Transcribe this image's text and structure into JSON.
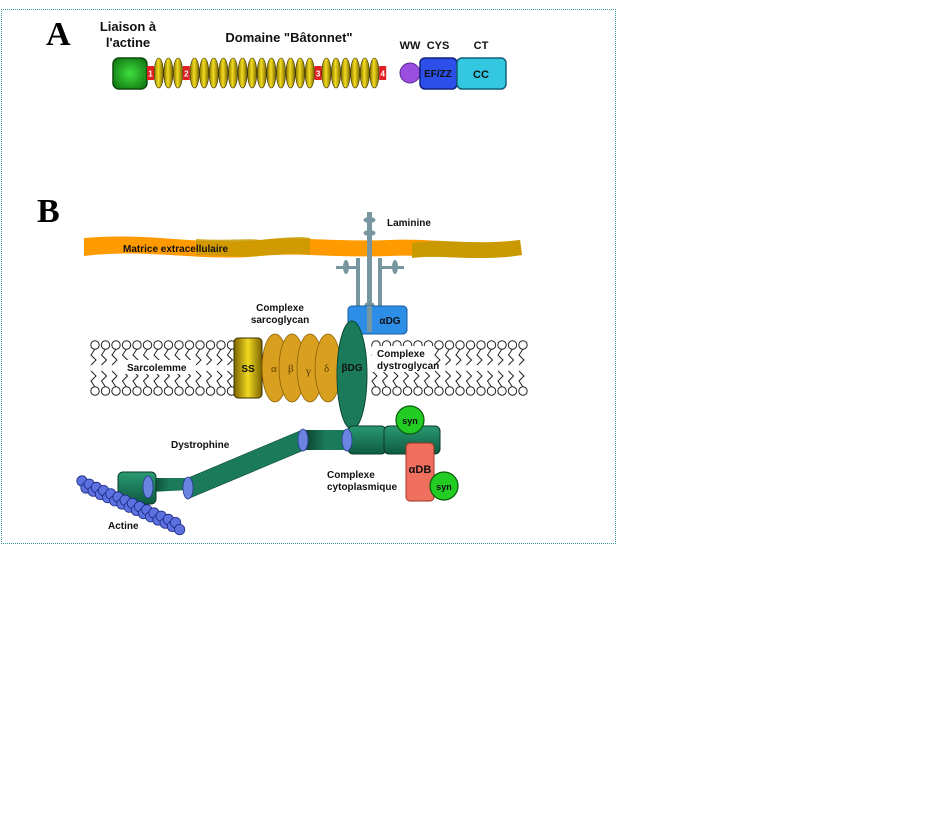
{
  "panel_a": {
    "letter": "A",
    "labels": {
      "actin_binding_line1": "Liaison à",
      "actin_binding_line2": "l'actine",
      "rod_domain": "Domaine \"Bâtonnet\"",
      "ww": "WW",
      "cys": "CYS",
      "ct": "CT"
    },
    "domains": {
      "ef_zz": "EF/ZZ",
      "cc": "CC"
    },
    "hinges": [
      "1",
      "2",
      "3",
      "4"
    ],
    "spectrin_repeats": {
      "between_h1_h2": 3,
      "between_h2_h3": 13,
      "between_h3_h4": 6
    },
    "colors": {
      "actin_binding": "#1f9e1f",
      "spectrin": "#d4b800",
      "hinge": "#e02020",
      "ww": "#9b4fe0",
      "ef_zz": "#2b4fe8",
      "cc": "#33c8e0"
    }
  },
  "panel_b": {
    "letter": "B",
    "labels": {
      "laminin": "Laminine",
      "ecm": "Matrice extracellulaire",
      "sarcoglycan_line1": "Complexe",
      "sarcoglycan_line2": "sarcoglycan",
      "sarcolemma": "Sarcolemme",
      "dystroglycan_line1": "Complexe",
      "dystroglycan_line2": "dystroglycan",
      "dystrophin": "Dystrophine",
      "cytoplasmic_line1": "Complexe",
      "cytoplasmic_line2": "cytoplasmique",
      "actin": "Actine"
    },
    "proteins": {
      "sarcospan": "SS",
      "alpha_sg": "α",
      "beta_sg": "β",
      "gamma_sg": "γ",
      "delta_sg": "δ",
      "beta_dg": "βDG",
      "alpha_dg": "αDG",
      "alpha_db": "αDB",
      "syn1": "syn",
      "syn2": "syn"
    },
    "colors": {
      "ecm_orange": "#ff9a00",
      "ecm_dark": "#c89a00",
      "laminin": "#7896a0",
      "alpha_dg": "#2d8ee8",
      "sarcoglycan": "#d9a020",
      "sarcospan": "#c8aa10",
      "dystrophin": "#1a7a5a",
      "spectrin_joint": "#6a84e0",
      "syntrophin": "#22cc22",
      "alpha_db": "#f07060",
      "actin": "#5c70e0"
    }
  }
}
